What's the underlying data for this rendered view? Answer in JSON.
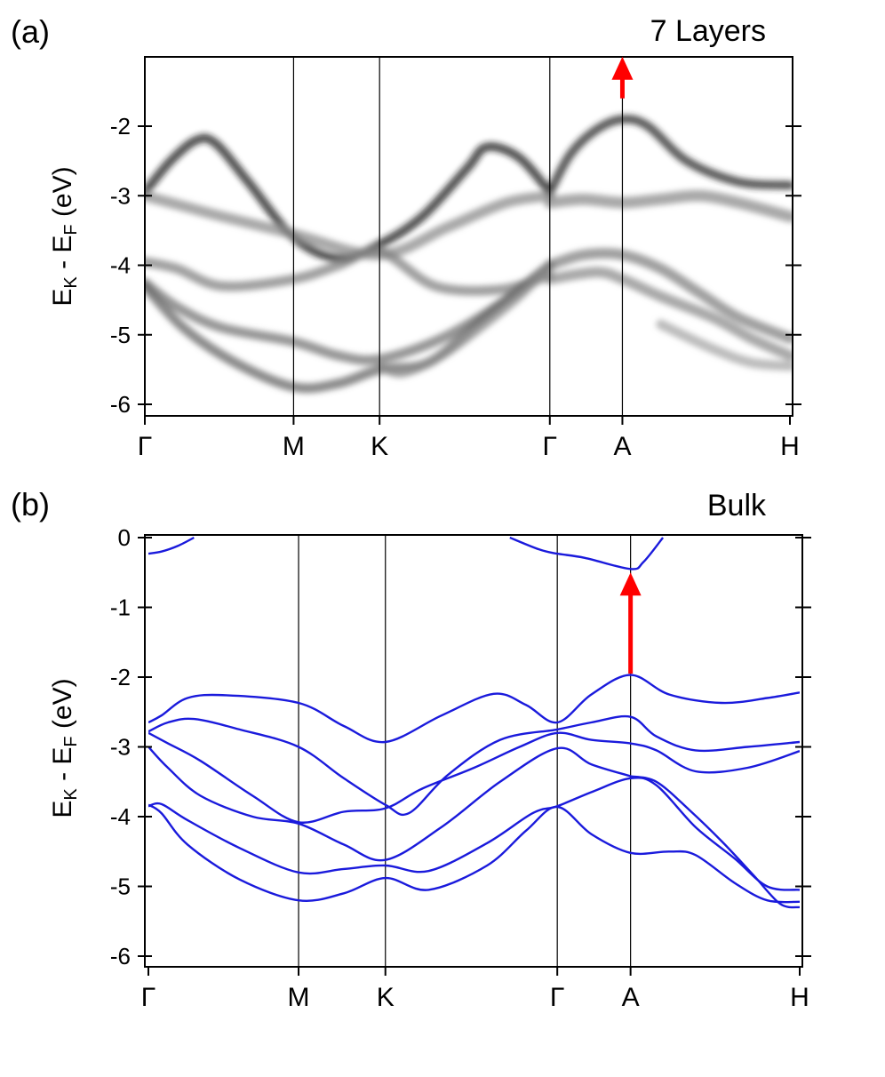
{
  "chart_data": [
    {
      "type": "heatmap",
      "panel_label": "(a)",
      "title": "7 Layers",
      "ylabel_main": "E",
      "ylabel_sub1": "K",
      "ylabel_mid": " - E",
      "ylabel_sub2": "F",
      "ylabel_tail": " (eV)",
      "ylim": [
        -6.15,
        -0.95
      ],
      "yticks": [
        -2,
        -3,
        -4,
        -5,
        -6
      ],
      "ytick_labels": [
        "-2",
        "-3",
        "-4",
        "-5",
        "-6"
      ],
      "k_points": [
        {
          "label": "Γ",
          "pos": 0.0
        },
        {
          "label": "M",
          "pos": 0.2306
        },
        {
          "label": "K",
          "pos": 0.3639
        },
        {
          "label": "Γ",
          "pos": 0.6278
        },
        {
          "label": "A",
          "pos": 0.7403
        },
        {
          "label": "H",
          "pos": 1.0
        }
      ],
      "colormap": "white-to-black",
      "arrow": {
        "k_pos": 0.7403,
        "y_from": -1.6,
        "y_to": -1.0,
        "color": "#ff0000"
      },
      "intensity_bands": [
        {
          "x": [
            0.0,
            0.04,
            0.08,
            0.11,
            0.16,
            0.2306,
            0.3,
            0.3639,
            0.43,
            0.5,
            0.53,
            0.58,
            0.6278
          ],
          "y": [
            -2.95,
            -2.5,
            -2.2,
            -2.25,
            -2.8,
            -3.6,
            -3.9,
            -3.7,
            -3.3,
            -2.6,
            -2.3,
            -2.45,
            -2.95
          ],
          "i": 0.9,
          "w": 10
        },
        {
          "x": [
            0.6278,
            0.66,
            0.7,
            0.7403,
            0.78,
            0.84,
            0.92,
            1.0
          ],
          "y": [
            -2.95,
            -2.4,
            -2.05,
            -1.9,
            -2.0,
            -2.5,
            -2.8,
            -2.85
          ],
          "i": 0.85,
          "w": 10
        },
        {
          "x": [
            0.0,
            0.06,
            0.12,
            0.2306,
            0.3639,
            0.47,
            0.56,
            0.6278
          ],
          "y": [
            -3.0,
            -3.15,
            -3.3,
            -3.55,
            -3.85,
            -3.45,
            -3.1,
            -3.0
          ],
          "i": 0.45,
          "w": 12
        },
        {
          "x": [
            0.0,
            0.05,
            0.12,
            0.2306,
            0.3,
            0.3639,
            0.45,
            0.55,
            0.6278
          ],
          "y": [
            -3.95,
            -4.05,
            -4.3,
            -4.2,
            -4.0,
            -3.8,
            -4.3,
            -4.35,
            -4.15
          ],
          "i": 0.5,
          "w": 11
        },
        {
          "x": [
            0.0,
            0.05,
            0.12,
            0.2306,
            0.3,
            0.3639,
            0.46,
            0.56,
            0.6278
          ],
          "y": [
            -4.25,
            -4.6,
            -4.9,
            -5.1,
            -5.3,
            -5.35,
            -5.05,
            -4.5,
            -4.0
          ],
          "i": 0.55,
          "w": 11
        },
        {
          "x": [
            0.0,
            0.06,
            0.14,
            0.2306,
            0.3,
            0.3639,
            0.44,
            0.52,
            0.6278
          ],
          "y": [
            -4.3,
            -4.9,
            -5.4,
            -5.75,
            -5.7,
            -5.5,
            -5.4,
            -4.8,
            -4.0
          ],
          "i": 0.6,
          "w": 11
        },
        {
          "x": [
            0.3639,
            0.4,
            0.46,
            0.52,
            0.58,
            0.6278
          ],
          "y": [
            -5.45,
            -5.55,
            -5.3,
            -4.9,
            -4.45,
            -4.0
          ],
          "i": 0.45,
          "w": 10
        },
        {
          "x": [
            0.6278,
            0.68,
            0.7403,
            0.8,
            0.86,
            0.92,
            1.0
          ],
          "y": [
            -3.1,
            -3.05,
            -3.1,
            -3.05,
            -3.0,
            -3.1,
            -3.3
          ],
          "i": 0.45,
          "w": 13
        },
        {
          "x": [
            0.6278,
            0.68,
            0.7403,
            0.8,
            0.86,
            0.92,
            1.0
          ],
          "y": [
            -4.0,
            -3.85,
            -3.85,
            -4.05,
            -4.4,
            -4.75,
            -5.05
          ],
          "i": 0.5,
          "w": 12
        },
        {
          "x": [
            0.6278,
            0.7,
            0.7403,
            0.8,
            0.88,
            0.94,
            1.0
          ],
          "y": [
            -4.2,
            -4.1,
            -4.2,
            -4.45,
            -4.75,
            -5.05,
            -5.3
          ],
          "i": 0.45,
          "w": 12
        },
        {
          "x": [
            0.8,
            0.88,
            0.94,
            1.0
          ],
          "y": [
            -4.85,
            -5.2,
            -5.4,
            -5.45
          ],
          "i": 0.35,
          "w": 11
        }
      ]
    },
    {
      "type": "line",
      "panel_label": "(b)",
      "title": "Bulk",
      "ylabel_main": "E",
      "ylabel_sub1": "K",
      "ylabel_mid": " - E",
      "ylabel_sub2": "F",
      "ylabel_tail": " (eV)",
      "ylim": [
        -6.15,
        0.0
      ],
      "yticks": [
        0,
        -1,
        -2,
        -3,
        -4,
        -5,
        -6
      ],
      "ytick_labels": [
        "0",
        "-1",
        "-2",
        "-3",
        "-4",
        "-5",
        "-6"
      ],
      "k_points": [
        {
          "label": "Γ",
          "pos": 0.0
        },
        {
          "label": "M",
          "pos": 0.2306
        },
        {
          "label": "K",
          "pos": 0.3639
        },
        {
          "label": "Γ",
          "pos": 0.6278
        },
        {
          "label": "A",
          "pos": 0.7403
        },
        {
          "label": "H",
          "pos": 1.0
        }
      ],
      "line_color": "#1a1adc",
      "arrow": {
        "k_pos": 0.7403,
        "y_from": -1.95,
        "y_to": -0.5,
        "color": "#ff0000"
      },
      "bands": [
        {
          "x": [
            0.0,
            0.02,
            0.045,
            0.07
          ],
          "y": [
            -0.23,
            -0.2,
            -0.12,
            0.0
          ]
        },
        {
          "x": [
            0.555,
            0.6,
            0.6278,
            0.67,
            0.7403,
            0.76,
            0.79
          ],
          "y": [
            0.0,
            -0.17,
            -0.23,
            -0.29,
            -0.45,
            -0.35,
            0.0
          ]
        },
        {
          "x": [
            0.0,
            0.02,
            0.06,
            0.12,
            0.2306,
            0.3,
            0.3639,
            0.45,
            0.53,
            0.58,
            0.6278,
            0.68,
            0.7403,
            0.8,
            0.88,
            0.95,
            1.0
          ],
          "y": [
            -2.65,
            -2.55,
            -2.3,
            -2.26,
            -2.37,
            -2.7,
            -2.93,
            -2.55,
            -2.24,
            -2.4,
            -2.65,
            -2.25,
            -1.97,
            -2.25,
            -2.37,
            -2.3,
            -2.22
          ]
        },
        {
          "x": [
            0.0,
            0.03,
            0.07,
            0.14,
            0.2306,
            0.3,
            0.3639,
            0.4,
            0.46,
            0.54,
            0.6278,
            0.68,
            0.7403,
            0.78,
            0.84,
            0.92,
            1.0
          ],
          "y": [
            -2.78,
            -2.65,
            -2.6,
            -2.75,
            -3.0,
            -3.45,
            -3.83,
            -3.95,
            -3.4,
            -2.9,
            -2.75,
            -2.65,
            -2.57,
            -2.85,
            -3.05,
            -3.0,
            -2.93
          ]
        },
        {
          "x": [
            0.0,
            0.03,
            0.08,
            0.16,
            0.2306,
            0.3,
            0.3639,
            0.42,
            0.5,
            0.57,
            0.6278,
            0.68,
            0.7403,
            0.78,
            0.84,
            0.92,
            1.0
          ],
          "y": [
            -2.8,
            -2.95,
            -3.2,
            -3.7,
            -4.08,
            -3.93,
            -3.88,
            -3.6,
            -3.3,
            -3.0,
            -2.8,
            -2.9,
            -2.95,
            -3.05,
            -3.35,
            -3.3,
            -3.06
          ]
        },
        {
          "x": [
            0.0,
            0.03,
            0.08,
            0.16,
            0.2306,
            0.3,
            0.3639,
            0.45,
            0.54,
            0.6278,
            0.68,
            0.7403
          ],
          "y": [
            -3.0,
            -3.3,
            -3.7,
            -4.0,
            -4.1,
            -4.4,
            -4.62,
            -4.15,
            -3.5,
            -3.02,
            -3.25,
            -3.42
          ]
        },
        {
          "x": [
            0.0,
            0.02,
            0.06,
            0.14,
            0.2306,
            0.3,
            0.3639,
            0.43,
            0.52,
            0.59,
            0.6278,
            0.68,
            0.7403,
            0.78,
            0.84,
            0.9,
            0.95,
            1.0
          ],
          "y": [
            -3.85,
            -3.82,
            -4.05,
            -4.45,
            -4.8,
            -4.75,
            -4.7,
            -4.78,
            -4.38,
            -3.95,
            -3.85,
            -3.65,
            -3.45,
            -3.55,
            -4.15,
            -4.6,
            -5.0,
            -5.05
          ]
        },
        {
          "x": [
            0.0,
            0.02,
            0.06,
            0.14,
            0.2306,
            0.3,
            0.3639,
            0.43,
            0.52,
            0.58,
            0.6278,
            0.68,
            0.7403,
            0.8,
            0.84,
            0.9,
            0.95,
            1.0
          ],
          "y": [
            -3.83,
            -3.95,
            -4.4,
            -4.9,
            -5.2,
            -5.1,
            -4.88,
            -5.05,
            -4.7,
            -4.2,
            -3.86,
            -4.25,
            -4.52,
            -4.5,
            -4.55,
            -4.95,
            -5.2,
            -5.22
          ]
        },
        {
          "x": [
            0.7403,
            0.78,
            0.83,
            0.88,
            0.93,
            0.97,
            1.0
          ],
          "y": [
            -3.42,
            -3.5,
            -3.9,
            -4.35,
            -4.85,
            -5.25,
            -5.3
          ]
        }
      ]
    }
  ]
}
